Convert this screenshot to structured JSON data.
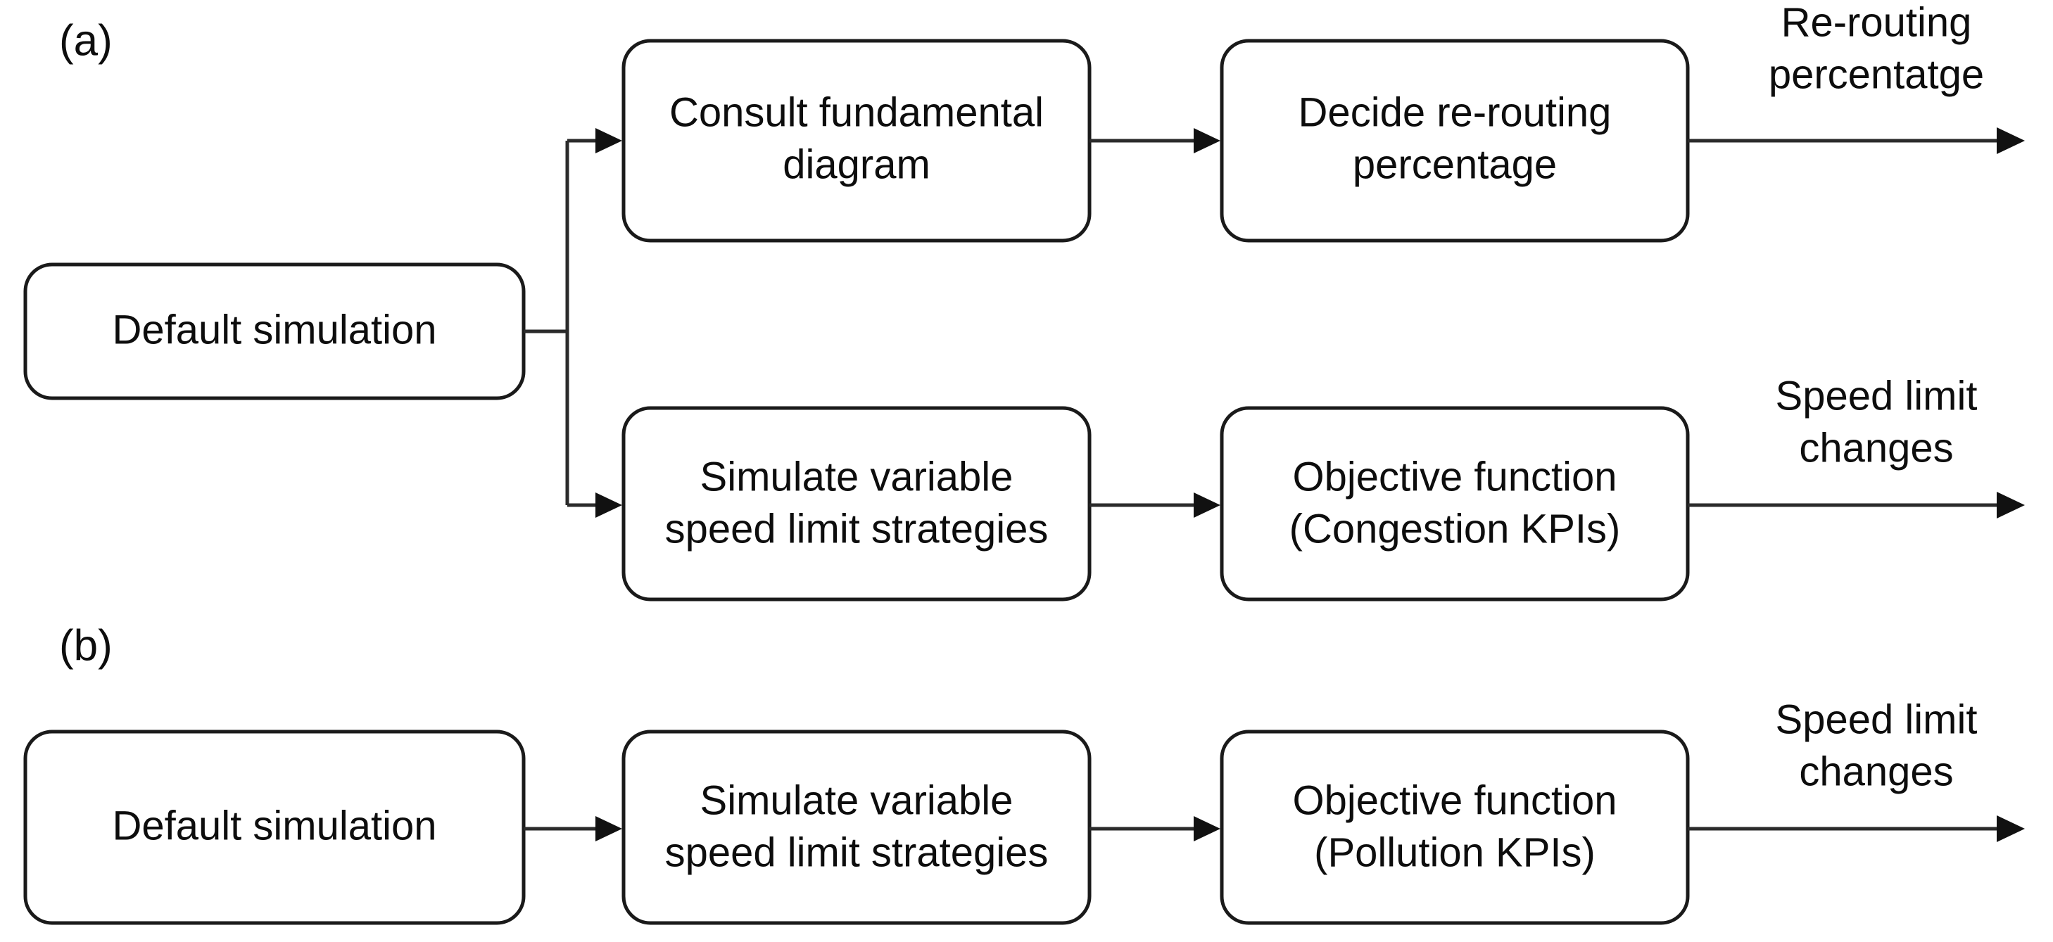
{
  "figure": {
    "background_color": "#ffffff",
    "line_color": "#2b2b2b",
    "box_stroke_color": "#1a1a1a",
    "text_color": "#0d0d0d",
    "box_fill_color": "#ffffff"
  },
  "panels": [
    {
      "id": "a",
      "label": "(a)",
      "nodes": {
        "start": "Default simulation",
        "row1_step1": "Consult fundamental\ndiagram",
        "row1_step1_line1": "Consult fundamental",
        "row1_step1_line2": "diagram",
        "row1_step2": "Decide re-routing\npercentage",
        "row1_step2_line1": "Decide re-routing",
        "row1_step2_line2": "percentage",
        "row2_step1": "Simulate variable\nspeed limit strategies",
        "row2_step1_line1": "Simulate variable",
        "row2_step1_line2": "speed limit strategies",
        "row2_step2": "Objective function\n(Congestion KPIs)",
        "row2_step2_line1": "Objective function",
        "row2_step2_line2": "(Congestion KPIs)"
      },
      "outputs": {
        "row1_line1": "Re-routing",
        "row1_line2": "percentatge",
        "row2_line1": "Speed limit",
        "row2_line2": "changes"
      }
    },
    {
      "id": "b",
      "label": "(b)",
      "nodes": {
        "start": "Default simulation",
        "step1": "Simulate variable\nspeed limit strategies",
        "step1_line1": "Simulate variable",
        "step1_line2": "speed limit strategies",
        "step2": "Objective function\n(Pollution KPIs)",
        "step2_line1": "Objective function",
        "step2_line2": "(Pollution KPIs)"
      },
      "outputs": {
        "line1": "Speed limit",
        "line2": "changes"
      }
    }
  ]
}
